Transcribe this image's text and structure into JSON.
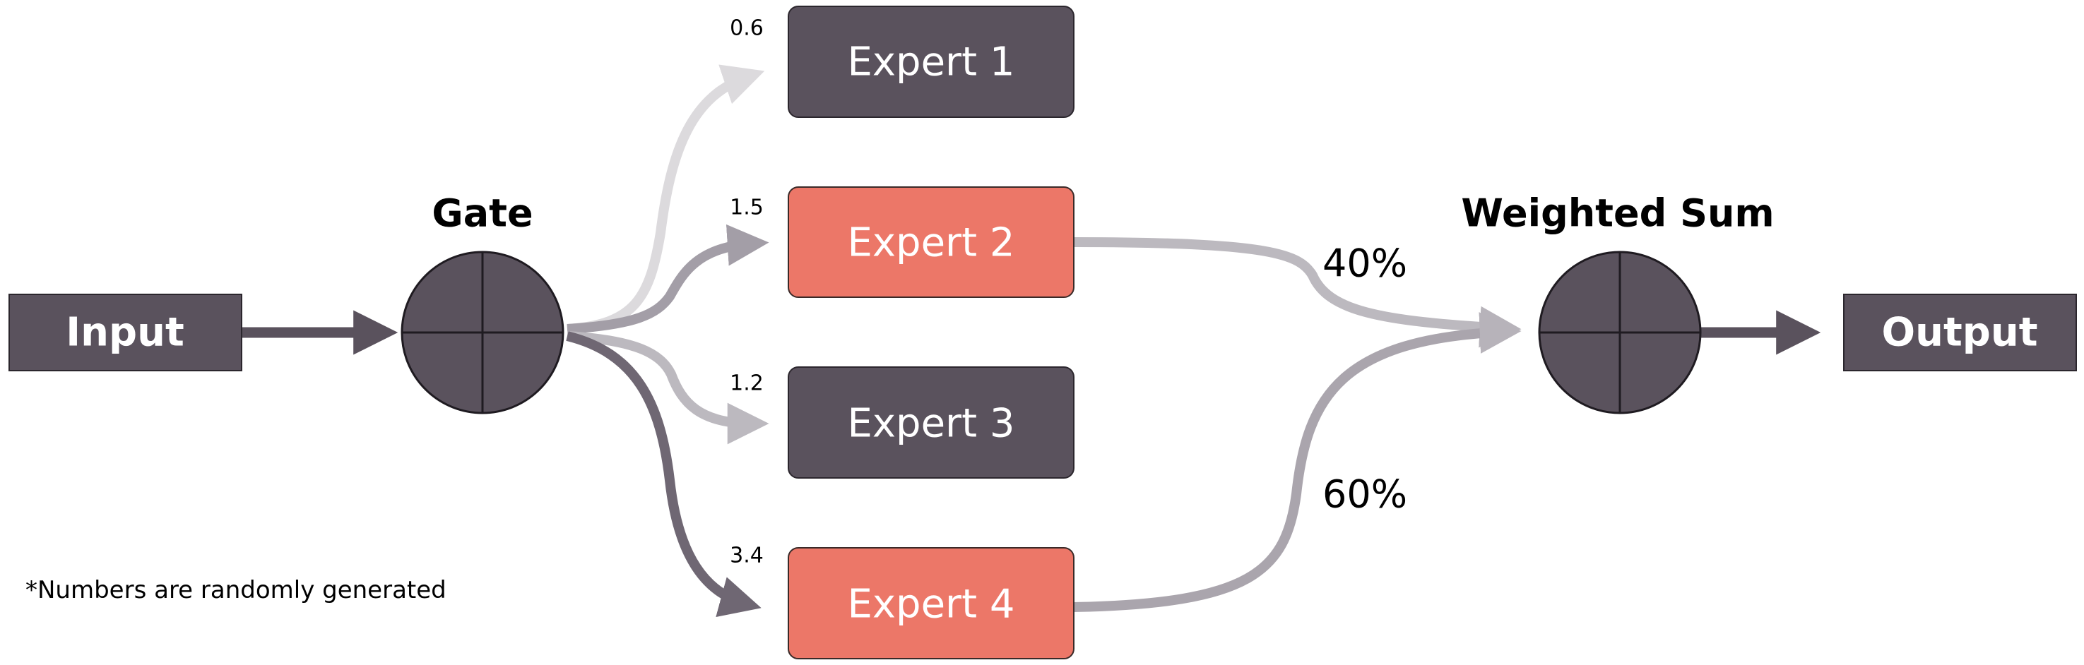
{
  "input": {
    "label": "Input"
  },
  "gate": {
    "label": "Gate"
  },
  "experts": [
    {
      "label": "Expert 1",
      "score": "0.6",
      "active": false
    },
    {
      "label": "Expert 2",
      "score": "1.5",
      "active": true
    },
    {
      "label": "Expert 3",
      "score": "1.2",
      "active": false
    },
    {
      "label": "Expert 4",
      "score": "3.4",
      "active": true
    }
  ],
  "weights": {
    "expert2": "40%",
    "expert4": "60%"
  },
  "weighted_sum": {
    "label": "Weighted Sum"
  },
  "output": {
    "label": "Output"
  },
  "footnote": "*Numbers are randomly generated",
  "colors": {
    "node_dark": "#5a525d",
    "expert_active": "#ec7768",
    "edge_dark": "#5a525d",
    "edge_weight_strong": "#857d89",
    "edge_weight_medium": "#aaa5ad",
    "edge_weight_light": "#bcb9bf",
    "edge_weight_faint": "#dcdadd"
  }
}
